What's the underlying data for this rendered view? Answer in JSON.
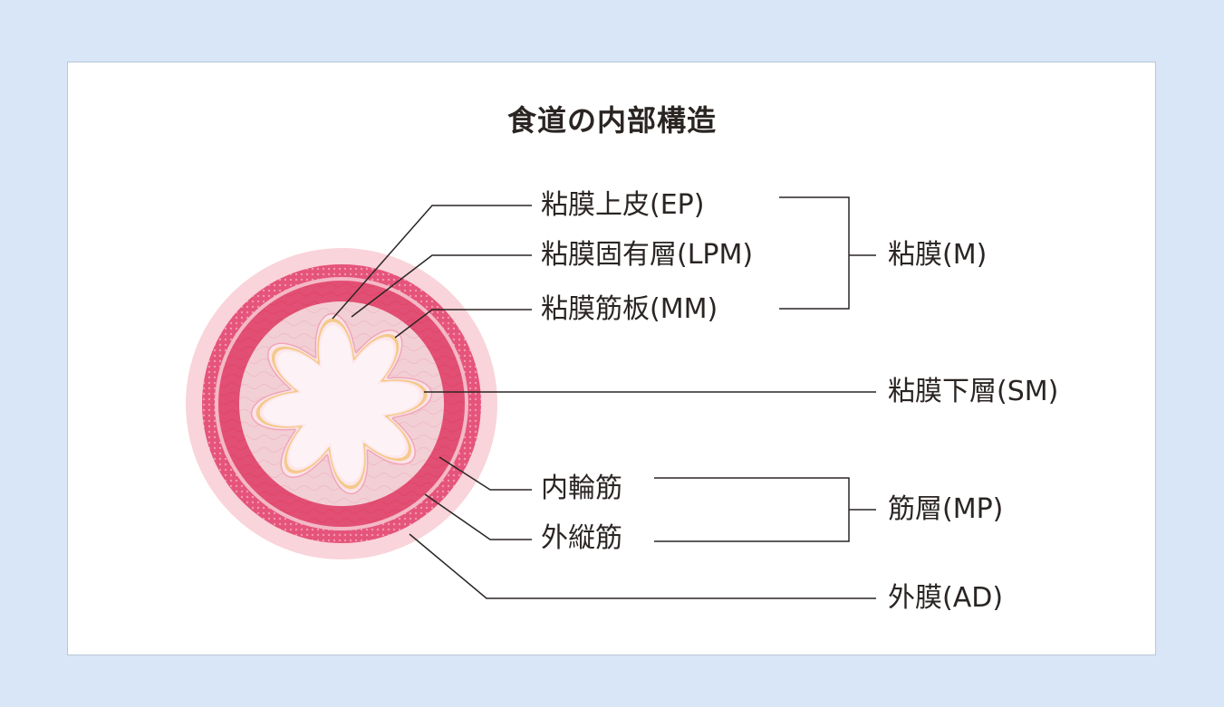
{
  "title": "食道の内部構造",
  "labels": {
    "ep": "粘膜上皮(EP)",
    "lpm": "粘膜固有層(LPM)",
    "mm": "粘膜筋板(MM)",
    "m": "粘膜(M)",
    "sm": "粘膜下層(SM)",
    "inner_circular": "内輪筋",
    "outer_longitudinal": "外縦筋",
    "mp": "筋層(MP)",
    "ad": "外膜(AD)"
  },
  "colors": {
    "background": "#d8e6f7",
    "adventitia": "#f9d4da",
    "muscle": "#e5547a",
    "submucosa": "#f2cfd5",
    "mucosa_light": "#fbe3ea",
    "lumen": "#fdf2f5",
    "epithelium": "#f5c98b",
    "leader": "#2a2523"
  }
}
